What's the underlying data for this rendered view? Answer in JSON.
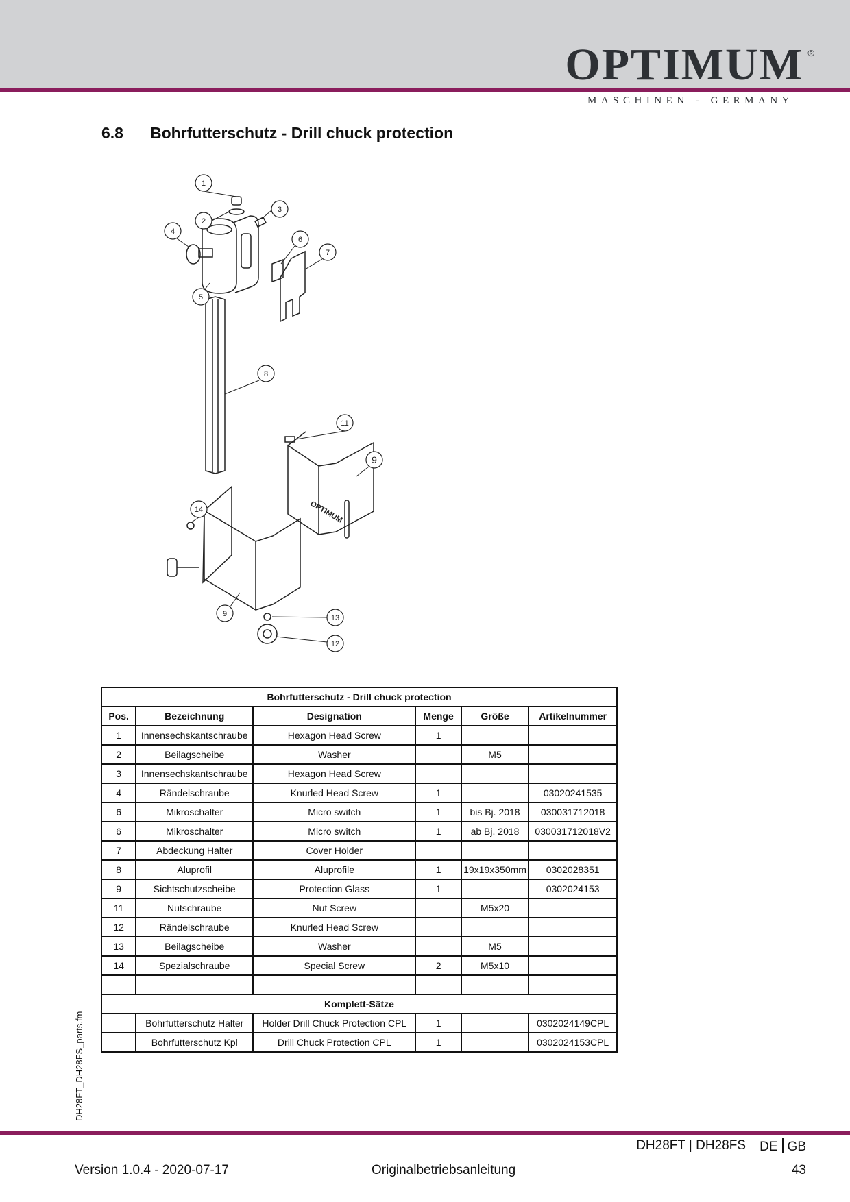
{
  "header": {
    "brand": "OPTIMUM",
    "registered": "®",
    "tagline": "MASCHINEN - GERMANY"
  },
  "section": {
    "number": "6.8",
    "title": "Bohrfutterschutz - Drill chuck protection"
  },
  "drawing": {
    "callouts": [
      "1",
      "2",
      "3",
      "4",
      "5",
      "6",
      "7",
      "8",
      "9",
      "11",
      "9",
      "14",
      "13",
      "12"
    ],
    "plate_logo": "OPTIMUM"
  },
  "table": {
    "title": "Bohrfutterschutz - Drill chuck protection",
    "headers": [
      "Pos.",
      "Bezeichnung",
      "Designation",
      "Menge",
      "Größe",
      "Artikelnummer"
    ],
    "rows": [
      [
        "1",
        "Innensechskantschraube",
        "Hexagon Head Screw",
        "1",
        "",
        ""
      ],
      [
        "2",
        "Beilagscheibe",
        "Washer",
        "",
        "M5",
        ""
      ],
      [
        "3",
        "Innensechskantschraube",
        "Hexagon Head Screw",
        "",
        "",
        ""
      ],
      [
        "4",
        "Rändelschraube",
        "Knurled Head Screw",
        "1",
        "",
        "03020241535"
      ],
      [
        "6",
        "Mikroschalter",
        "Micro switch",
        "1",
        "bis Bj. 2018",
        "030031712018"
      ],
      [
        "6",
        "Mikroschalter",
        "Micro switch",
        "1",
        "ab Bj. 2018",
        "030031712018V2"
      ],
      [
        "7",
        "Abdeckung Halter",
        "Cover Holder",
        "",
        "",
        ""
      ],
      [
        "8",
        "Aluprofil",
        "Aluprofile",
        "1",
        "19x19x350mm",
        "0302028351"
      ],
      [
        "9",
        "Sichtschutzscheibe",
        "Protection Glass",
        "1",
        "",
        "0302024153"
      ],
      [
        "11",
        "Nutschraube",
        "Nut Screw",
        "",
        "M5x20",
        ""
      ],
      [
        "12",
        "Rändelschraube",
        "Knurled Head Screw",
        "",
        "",
        ""
      ],
      [
        "13",
        "Beilagscheibe",
        "Washer",
        "",
        "M5",
        ""
      ],
      [
        "14",
        "Spezialschraube",
        "Special Screw",
        "2",
        "M5x10",
        ""
      ],
      [
        "",
        "",
        "",
        "",
        "",
        ""
      ]
    ],
    "sets_title": "Komplett-Sätze",
    "sets_rows": [
      [
        "",
        "Bohrfutterschutz Halter",
        "Holder Drill Chuck Protection CPL",
        "1",
        "",
        "0302024149CPL"
      ],
      [
        "",
        "Bohrfutterschutz Kpl",
        "Drill Chuck Protection CPL",
        "1",
        "",
        "0302024153CPL"
      ]
    ]
  },
  "side_label": "DH28FT_DH28FS_parts.fm",
  "footer": {
    "models": "DH28FT | DH28FS",
    "lang_de": "DE",
    "lang_gb": "GB",
    "version": "Version 1.0.4 - 2020-07-17",
    "manual": "Originalbetriebsanleitung",
    "page": "43"
  }
}
